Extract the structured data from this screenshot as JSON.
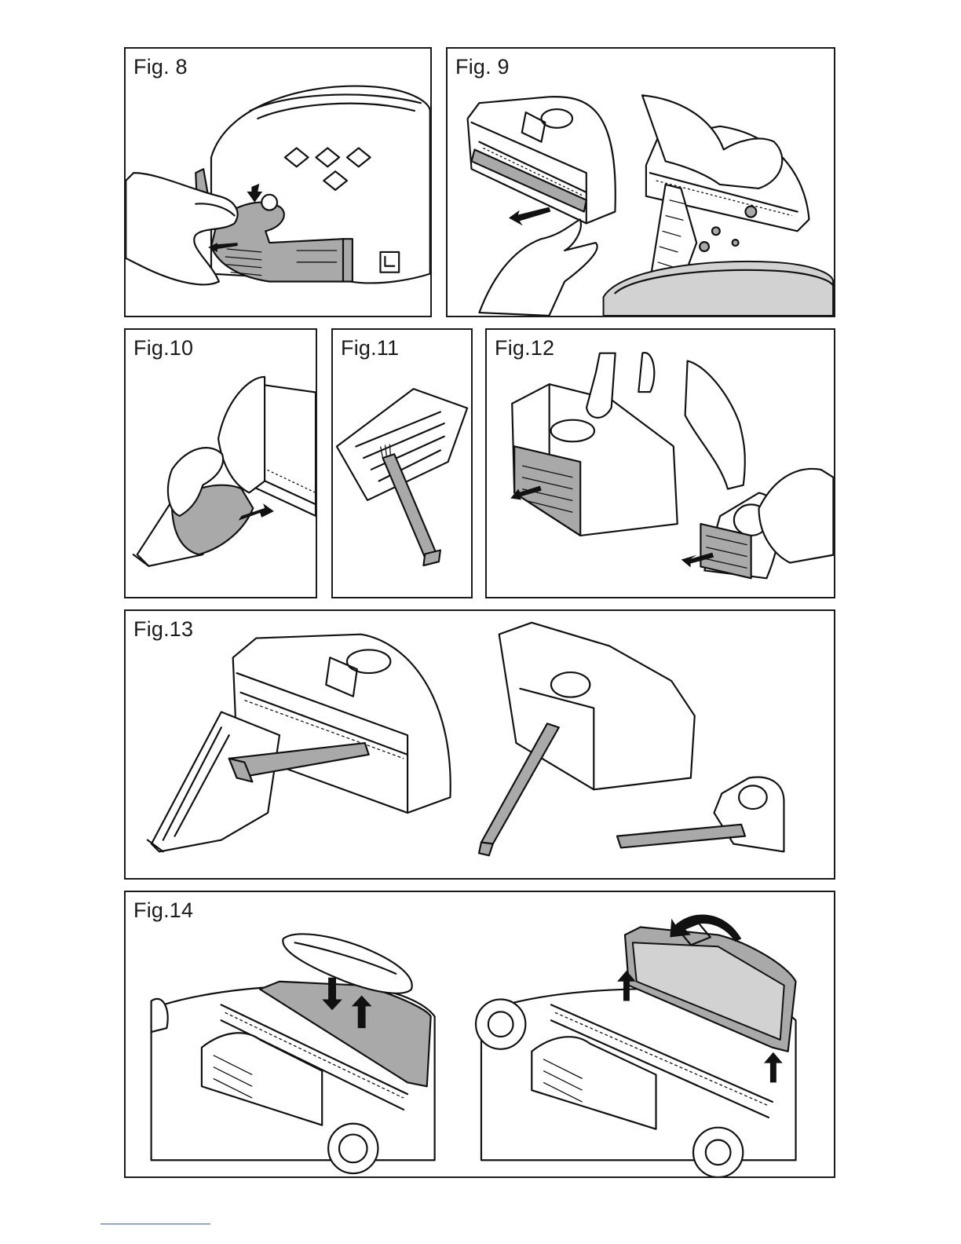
{
  "figures": {
    "fig8": {
      "label": "Fig. 8"
    },
    "fig9": {
      "label": "Fig. 9"
    },
    "fig10": {
      "label": "Fig.10"
    },
    "fig11": {
      "label": "Fig.11"
    },
    "fig12": {
      "label": "Fig.12"
    },
    "fig13": {
      "label": "Fig.13"
    },
    "fig14": {
      "label": "Fig.14"
    }
  },
  "colors": {
    "line": "#111111",
    "part_fill": "#a9a9a9",
    "footer_rule": "#3a5bd0"
  }
}
